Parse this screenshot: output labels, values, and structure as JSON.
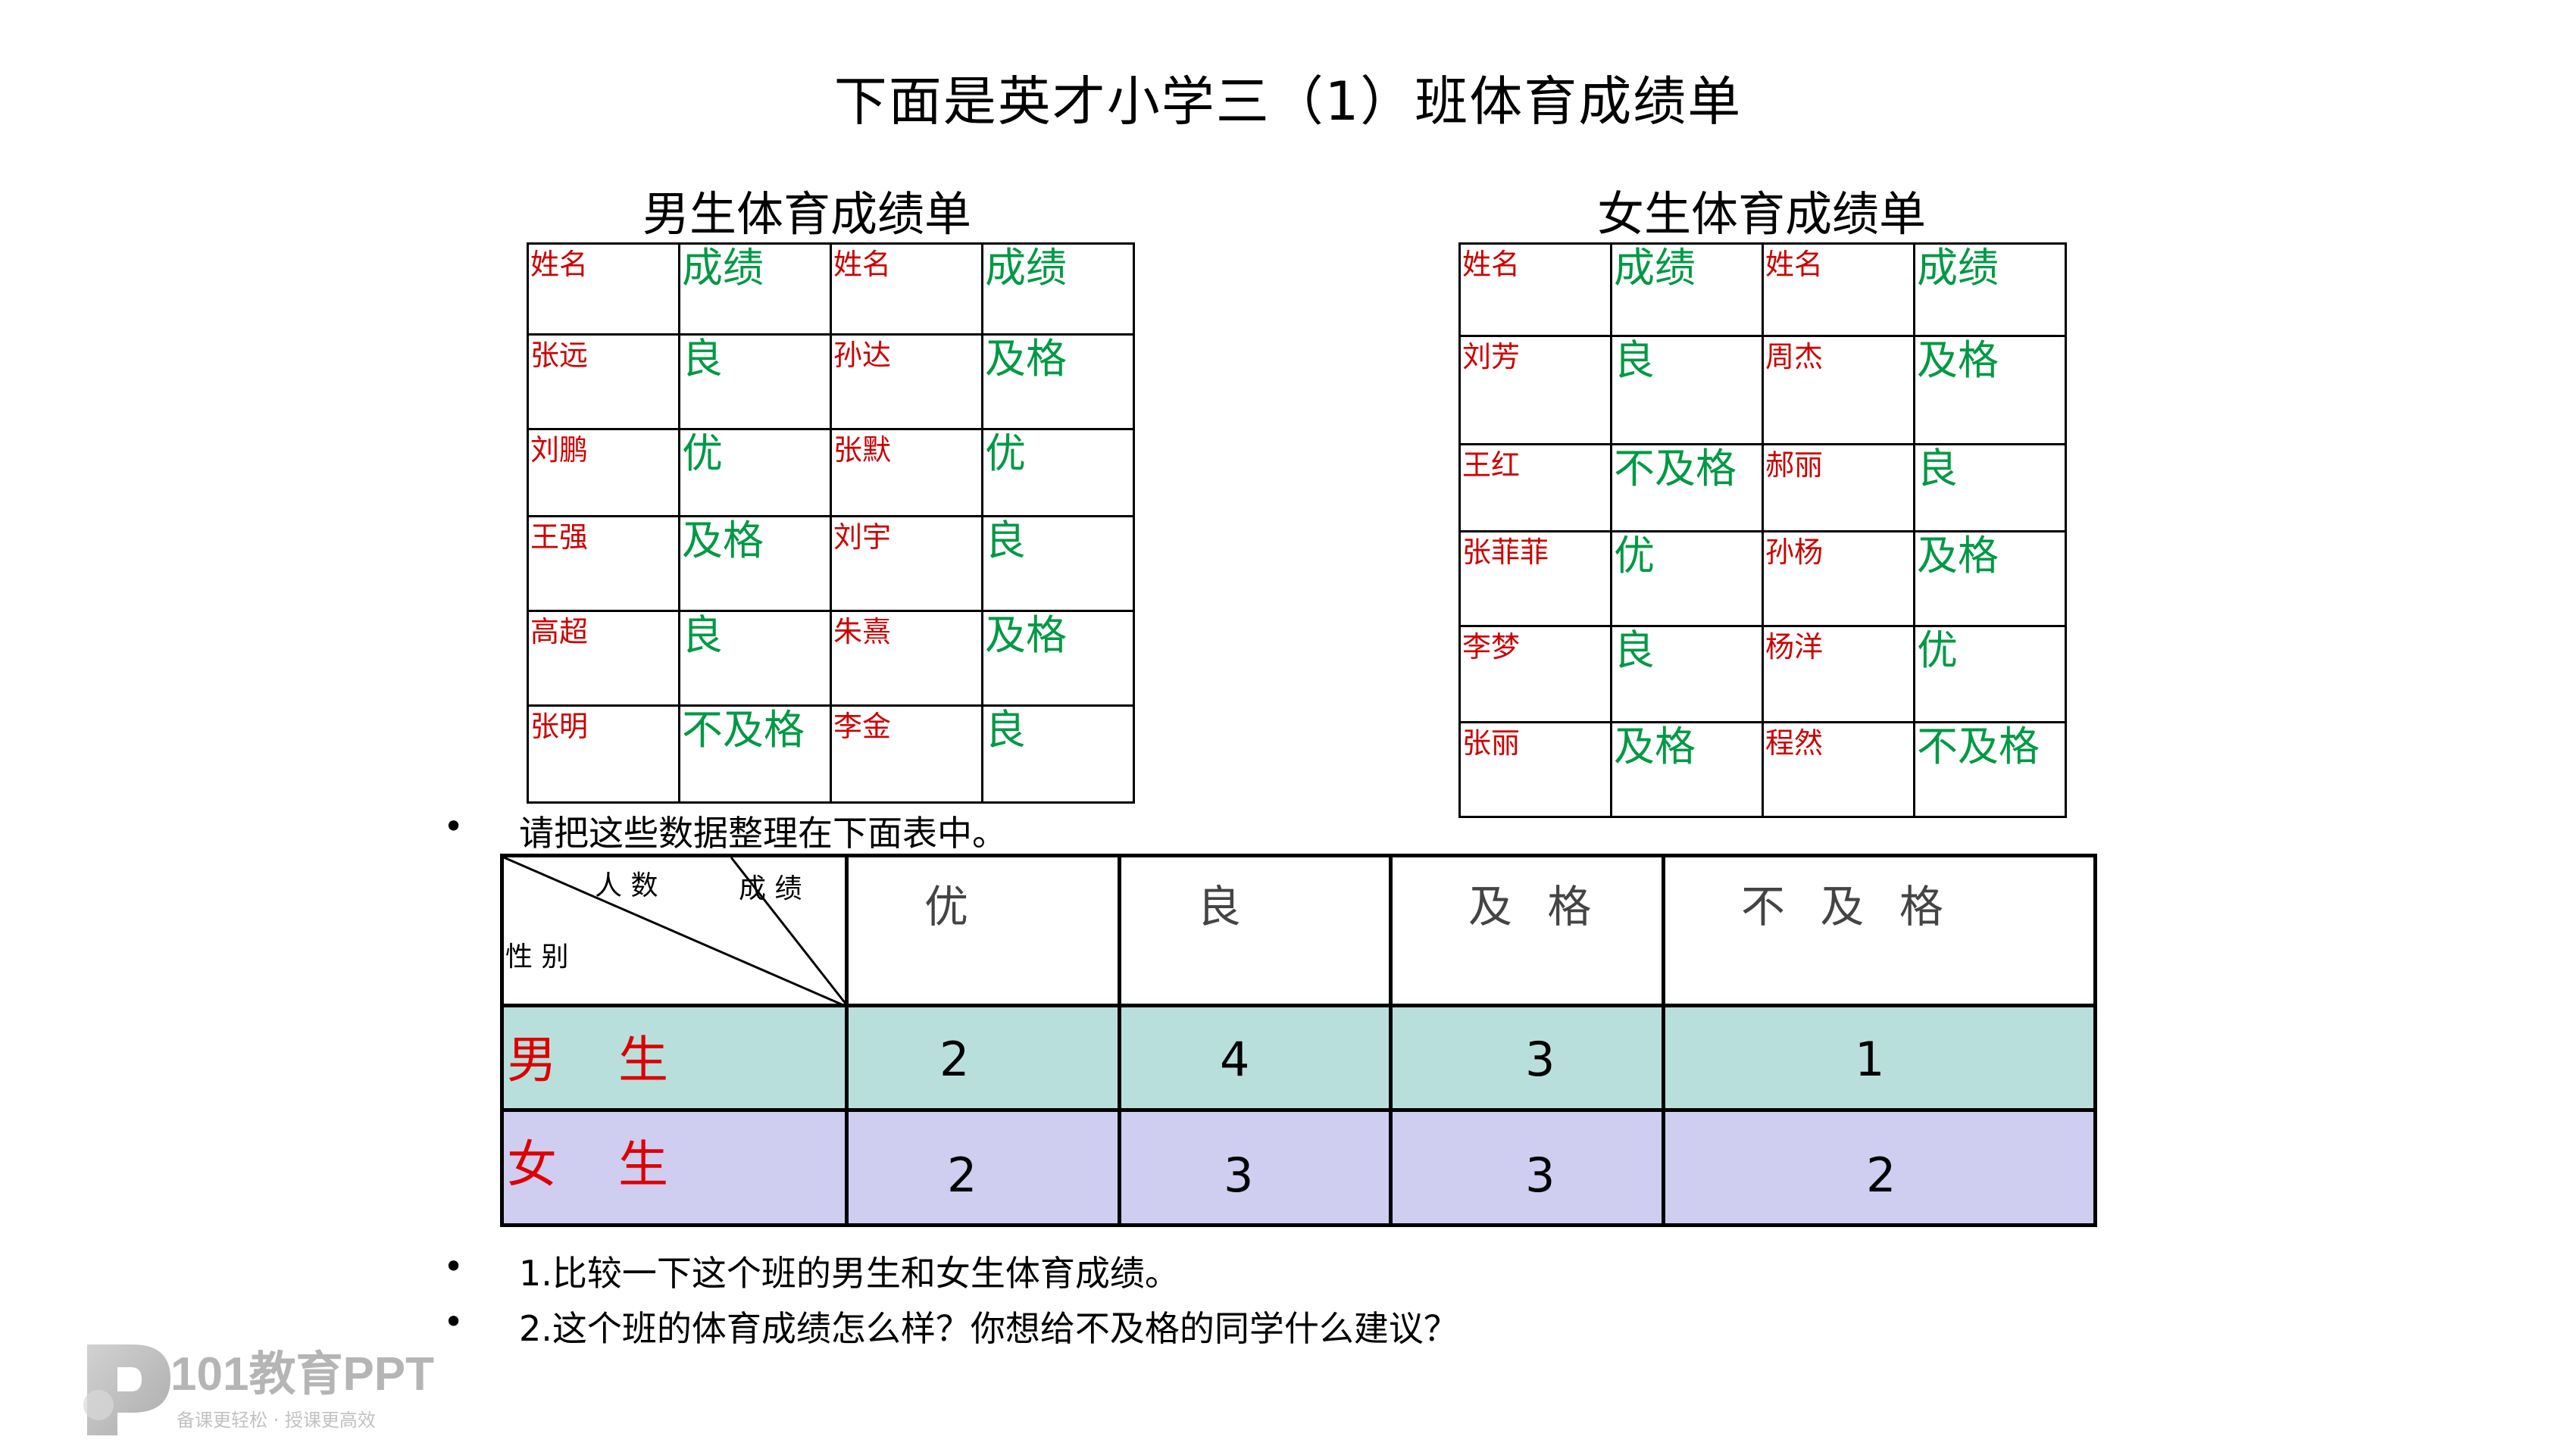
{
  "title": "下面是英才小学三（1）班体育成绩单",
  "boys": {
    "title": "男生体育成绩单",
    "header": {
      "name1": "姓名",
      "grade1": "成绩",
      "name2": "姓名",
      "grade2": "成绩"
    },
    "rows": [
      {
        "name1": "张远",
        "grade1": "良",
        "name2": "孙达",
        "grade2": "及格"
      },
      {
        "name1": "刘鹏",
        "grade1": "优",
        "name2": "张默",
        "grade2": "优"
      },
      {
        "name1": "王强",
        "grade1": "及格",
        "name2": "刘宇",
        "grade2": "良"
      },
      {
        "name1": "高超",
        "grade1": "良",
        "name2": "朱熹",
        "grade2": "及格"
      },
      {
        "name1": "张明",
        "grade1": "不及格",
        "name2": "李金",
        "grade2": "良"
      }
    ]
  },
  "girls": {
    "title": "女生体育成绩单",
    "header": {
      "name1": "姓名",
      "grade1": "成绩",
      "name2": "姓名",
      "grade2": "成绩"
    },
    "rows": [
      {
        "name1": "刘芳",
        "grade1": "良",
        "name2": "周杰",
        "grade2": "及格"
      },
      {
        "name1": "王红",
        "grade1": "不及格",
        "name2": "郝丽",
        "grade2": "良"
      },
      {
        "name1": "张菲菲",
        "grade1": "优",
        "name2": "孙杨",
        "grade2": "及格"
      },
      {
        "name1": "李梦",
        "grade1": "良",
        "name2": "杨洋",
        "grade2": "优"
      },
      {
        "name1": "张丽",
        "grade1": "及格",
        "name2": "程然",
        "grade2": "不及格"
      }
    ]
  },
  "instruction": {
    "bullet": "•",
    "text": "请把这些数据整理在下面表中。"
  },
  "summary": {
    "corner": {
      "people": "人 数",
      "grade": "成 绩",
      "gender": "性 别"
    },
    "columns": [
      "优",
      "良",
      "及 格",
      "不 及 格"
    ],
    "rows": [
      {
        "label": "男 生",
        "values": [
          "2",
          "4",
          "3",
          "1"
        ]
      },
      {
        "label": "女 生",
        "values": [
          "2",
          "3",
          "3",
          "2"
        ]
      }
    ]
  },
  "questions": [
    {
      "bullet": "•",
      "text": "1.比较一下这个班的男生和女生体育成绩。"
    },
    {
      "bullet": "•",
      "text": "2.这个班的体育成绩怎么样？你想给不及格的同学什么建议？"
    }
  ],
  "logo": {
    "text": "101教育PPT",
    "tagline": "备课更轻松 · 授课更高效"
  },
  "colors": {
    "name_red": "#cc0000",
    "grade_green": "#009944",
    "boy_row": "#b9dfdc",
    "girl_row": "#cfcdf0"
  }
}
